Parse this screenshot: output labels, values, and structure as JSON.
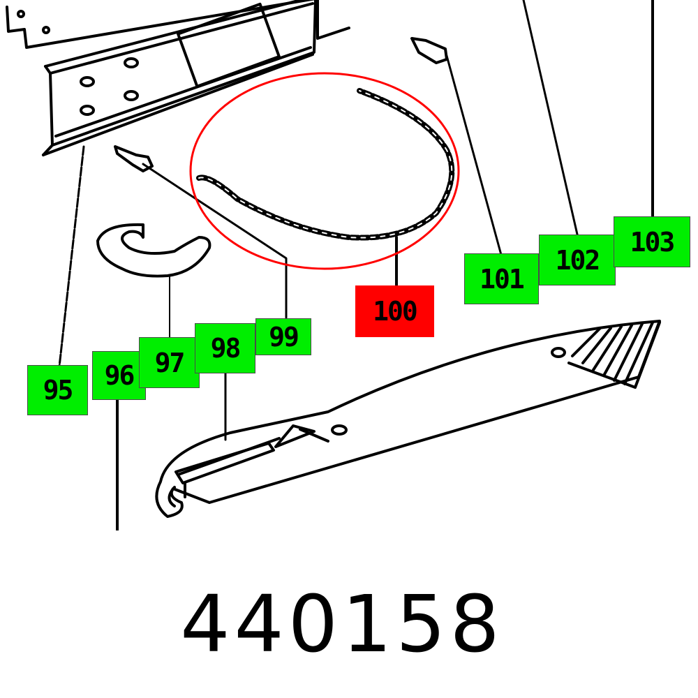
{
  "diagram": {
    "title": "Exploded parts diagram",
    "highlight_color": "#ff0000",
    "callout_color": "#00ee00",
    "selected_part": "100",
    "callouts": [
      {
        "label": "95",
        "state": "normal"
      },
      {
        "label": "96",
        "state": "normal"
      },
      {
        "label": "97",
        "state": "normal"
      },
      {
        "label": "98",
        "state": "normal"
      },
      {
        "label": "99",
        "state": "normal"
      },
      {
        "label": "100",
        "state": "selected"
      },
      {
        "label": "101",
        "state": "normal"
      },
      {
        "label": "102",
        "state": "normal"
      },
      {
        "label": "103",
        "state": "normal"
      }
    ],
    "parts_drawn": [
      "mounting-bracket",
      "screw-99",
      "chain-100",
      "screw-101",
      "clip-97",
      "handle-98"
    ]
  },
  "footer": {
    "part_number": "440158"
  }
}
